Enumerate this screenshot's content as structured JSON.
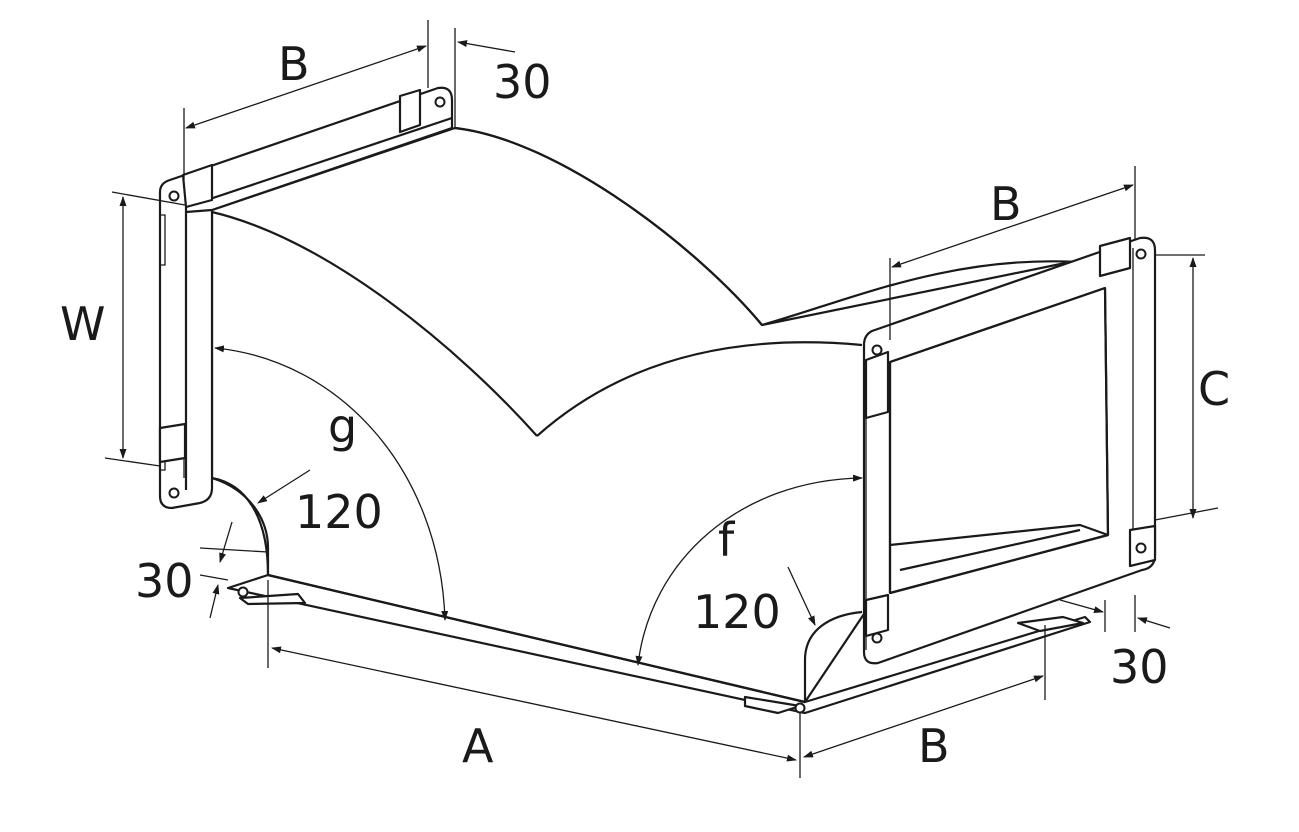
{
  "labels": {
    "top_b": "B",
    "top_30": "30",
    "right_b": "B",
    "w": "W",
    "c": "C",
    "g": "g",
    "f": "f",
    "left_120": "120",
    "left_30": "30",
    "right_120": "120",
    "right_30": "30",
    "a": "A",
    "bottom_b": "B"
  }
}
